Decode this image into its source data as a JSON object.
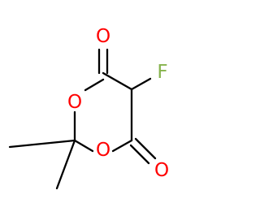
{
  "molecule": {
    "atoms": {
      "carbonyl_oxygen_top": "O",
      "fluorine": "F",
      "ring_oxygen_left": "O",
      "ring_oxygen_bottom": "O",
      "carbonyl_oxygen_bottom": "O"
    },
    "colors": {
      "oxygen": "#ff0000",
      "fluorine": "#86b34d",
      "bond": "#000000",
      "background": "#ffffff"
    }
  }
}
